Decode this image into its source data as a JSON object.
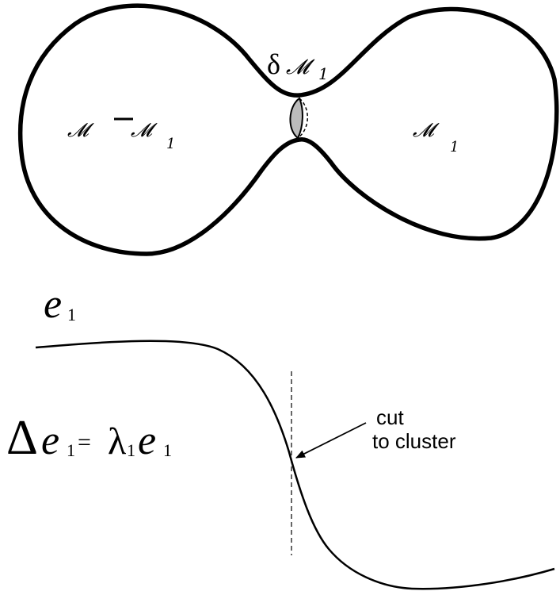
{
  "manifold_diagram": {
    "left_region": {
      "main": "𝓜",
      "minus": "𝓜",
      "subscript": "1"
    },
    "right_region": {
      "main": "𝓜",
      "subscript": "1"
    },
    "boundary_label": {
      "delta": "δ",
      "main": "𝓜",
      "subscript": "1"
    }
  },
  "eigenvector_plot": {
    "function_label": {
      "base": "e",
      "subscript": "1"
    },
    "equation": {
      "laplacian": "Δ",
      "lhs_base": "e",
      "lhs_subscript": "1",
      "equals": "=",
      "lambda": "λ",
      "lambda_subscript": "1",
      "rhs_base": "e",
      "rhs_subscript": "1"
    },
    "annotation": {
      "line1": "cut",
      "line2": "to cluster"
    }
  },
  "colors": {
    "stroke": "#000000",
    "neck_fill": "#bbbbbb",
    "background": "#ffffff"
  }
}
